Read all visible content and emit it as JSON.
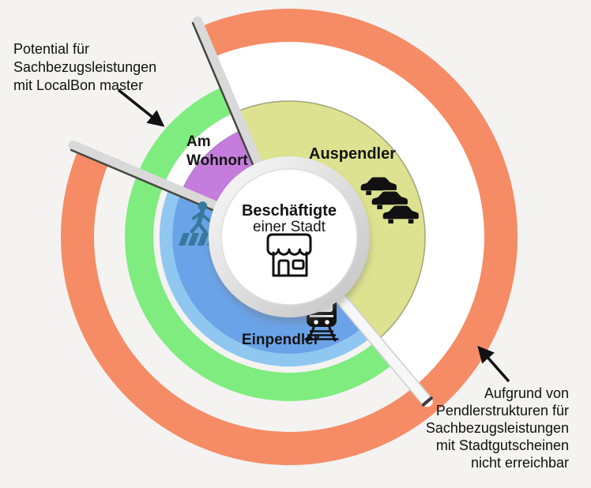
{
  "diagram": {
    "center": {
      "title": "Beschäftigte",
      "subtitle": "einer Stadt"
    },
    "labels": {
      "auspendler": "Auspendler",
      "einpendler": "Einpendler",
      "am_wohnort_line1": "Am",
      "am_wohnort_line2": "Wohnort"
    },
    "colors": {
      "auspendler_sector": "#dce28f",
      "einpendler_sector_inner": "#6aa3e8",
      "einpendler_sector_outer": "#8fc7f1",
      "am_wohnort_sector": "#c47ddd",
      "localbon_ring": "#7fec7f",
      "stadtgutschein_ring": "#f58c66",
      "pedestrian_icon": "#37799c",
      "icon_black": "#111111",
      "background": "#f4f3f1"
    }
  },
  "annotations": {
    "left": {
      "lines": [
        "Potential für",
        "Sachbezugsleistungen",
        "mit LocalBon master"
      ]
    },
    "right": {
      "lines": [
        "Aufgrund von",
        "Pendlerstrukturen für",
        "Sachbezugsleistungen",
        "mit Stadtgutscheinen",
        "nicht erreichbar"
      ]
    }
  }
}
